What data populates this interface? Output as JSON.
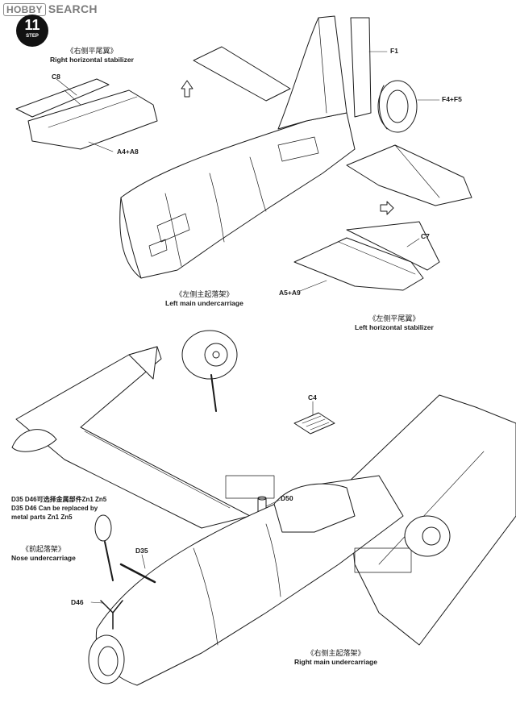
{
  "watermark": {
    "logo": "HOBBY",
    "text": "SEARCH"
  },
  "step": {
    "number": "11",
    "label": "STEP"
  },
  "captions": {
    "right_stab_cn": "《右侧平尾翼》",
    "right_stab_en": "Right horizontal stabilizer",
    "left_stab_cn": "《左侧平尾翼》",
    "left_stab_en": "Left horizontal stabilizer",
    "left_main_cn": "《左侧主起落架》",
    "left_main_en": "Left main undercarriage",
    "nose_cn": "《前起落架》",
    "nose_en": "Nose undercarriage",
    "right_main_cn": "《右侧主起落架》",
    "right_main_en": "Right main undercarriage"
  },
  "parts": {
    "c8": "C8",
    "a4a8": "A4+A8",
    "f1": "F1",
    "f4f5": "F4+F5",
    "c7": "C7",
    "a5a9": "A5+A9",
    "c4": "C4",
    "d50": "D50",
    "d35": "D35",
    "d46": "D46"
  },
  "note": {
    "line1": "D35 D46可选择金属部件Zn1 Zn5",
    "line2": "D35 D46 Can be replaced by",
    "line3": "metal parts Zn1 Zn5"
  }
}
